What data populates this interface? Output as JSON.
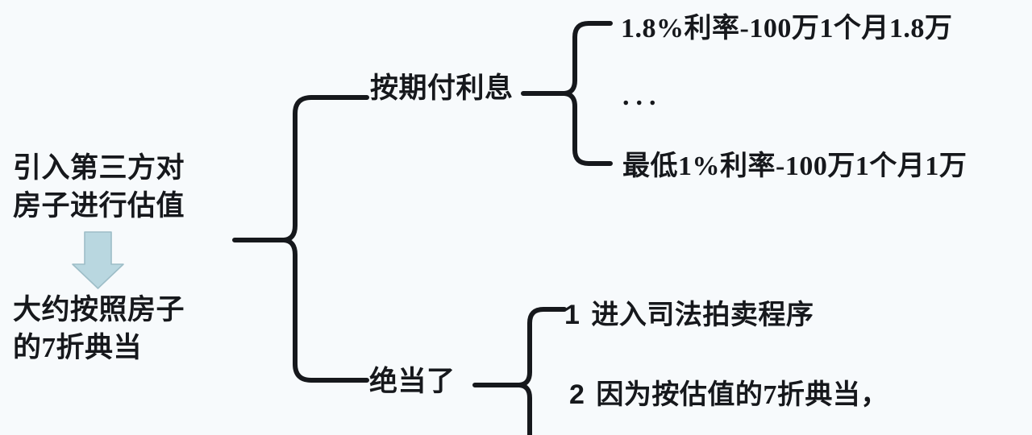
{
  "canvas": {
    "background_color": "#f7fafc",
    "ink_color": "#16181c",
    "arrow_fill": "#b9d7e0",
    "arrow_stroke": "#93b9c4"
  },
  "left": {
    "source": {
      "line1": "引入第三方对",
      "line2": "房子进行估值"
    },
    "arrow": {
      "icon": "down-arrow-icon",
      "direction": "down"
    },
    "result": {
      "line1": "大约按照房子",
      "line2": "的7折典当"
    }
  },
  "branches": [
    {
      "label": "按期付利息",
      "leaves": [
        {
          "num": "",
          "text": "1.8%利率-100万1个月1.8万"
        },
        {
          "num": "",
          "text": "..."
        },
        {
          "num": "",
          "text": "最低1%利率-100万1个月1万"
        }
      ]
    },
    {
      "label": "绝当了",
      "leaves": [
        {
          "num": "1",
          "text": "进入司法拍卖程序"
        },
        {
          "num": "2",
          "text": "因为按估值的7折典当，"
        }
      ]
    }
  ],
  "leaf_texts": {
    "interest_high": "1.8%利率-100万1个月1.8万",
    "interest_ellipsis": "...",
    "interest_low": "最低1%利率-100万1个月1万",
    "default_1_num": "1",
    "default_1_text": "进入司法拍卖程序",
    "default_2_num": "2",
    "default_2_text": "因为按估值的7折典当，"
  },
  "labels": {
    "interest": "按期付利息",
    "default": "绝当了"
  }
}
